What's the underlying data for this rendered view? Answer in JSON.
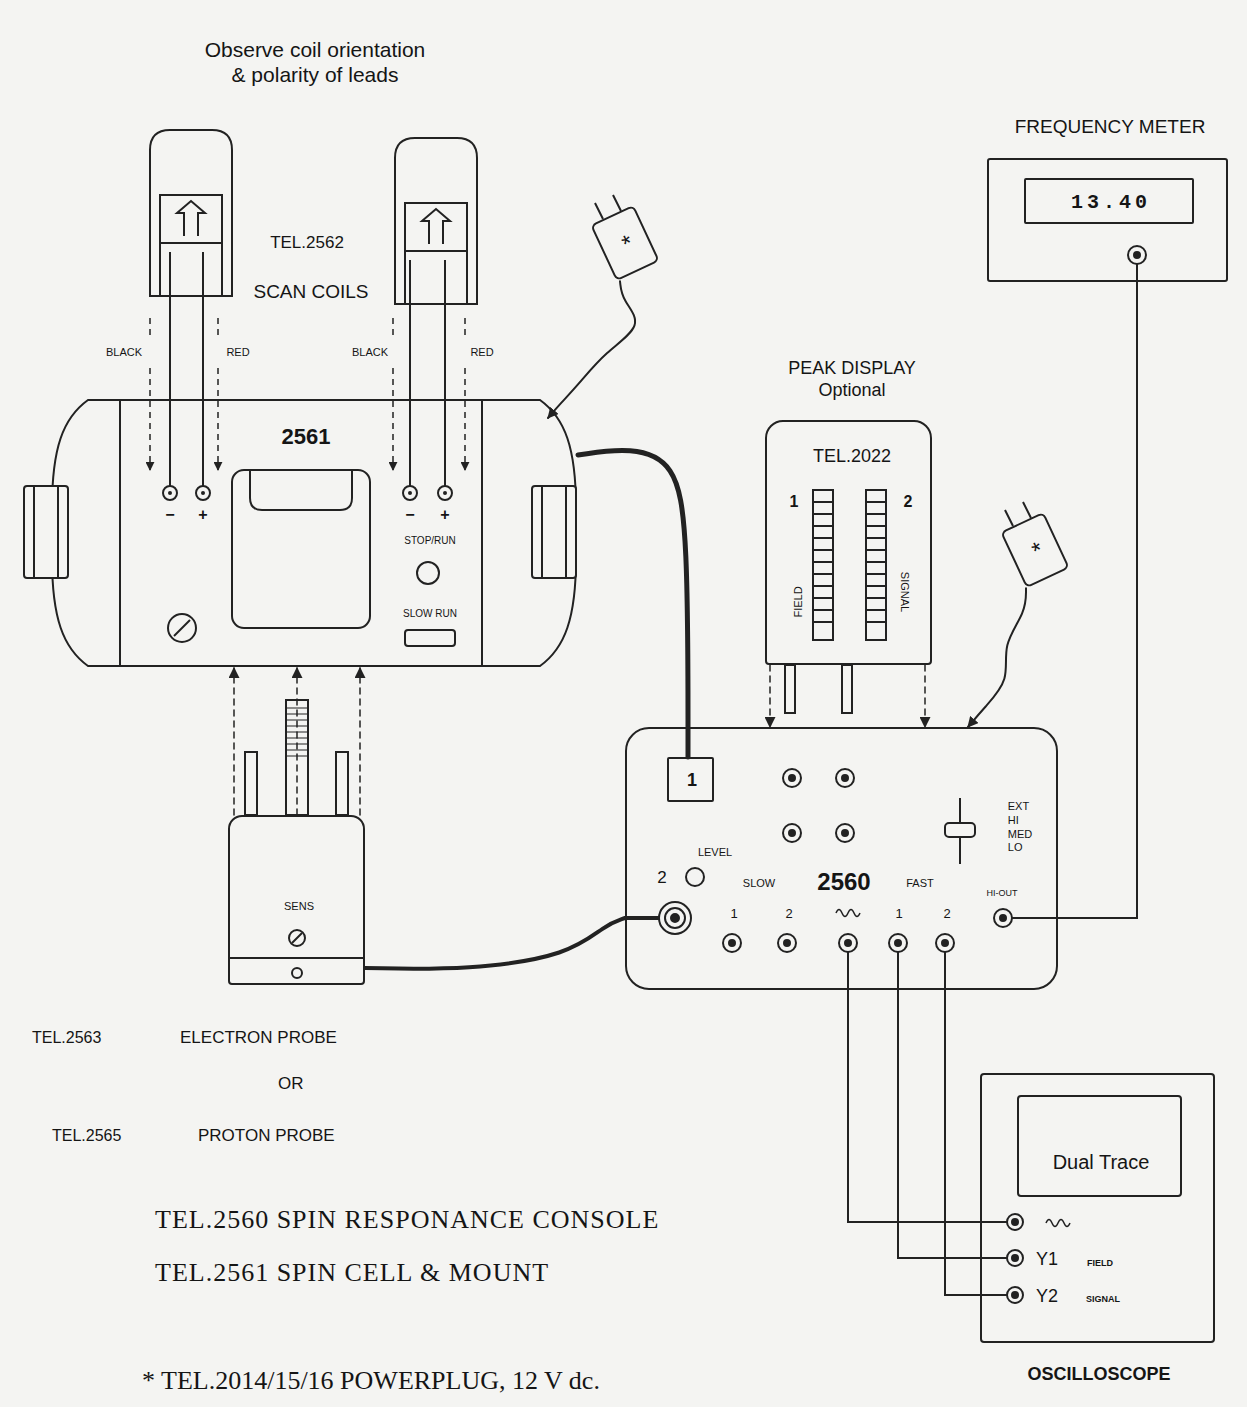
{
  "diagram": {
    "nodes": [
      {
        "text": [
          "FREQUENCY METER"
        ]
      },
      {
        "text": [
          "13.40"
        ],
        "in": 0
      },
      {
        "text": [
          "*"
        ]
      },
      {
        "text": [
          "2561",
          "−",
          "+",
          "−",
          "+",
          "STOP/RUN",
          "SLOW RUN"
        ]
      },
      {
        "text": [
          "PEAK DISPLAY Optional",
          "TEL.2022",
          "1",
          "2",
          "FIELD",
          "SIGNAL"
        ]
      },
      {
        "text": [
          "*"
        ]
      },
      {
        "text": [
          "EXT HI MED LO",
          "LEVEL",
          "2",
          "SLOW",
          "2560",
          "FAST",
          "HI-OUT",
          "1",
          "2",
          "1",
          "2"
        ]
      },
      {
        "text": [
          "1"
        ],
        "in": 6
      },
      {
        "text": [
          "SENS"
        ]
      },
      {
        "text": [
          "Y1",
          "FIELD",
          "Y2",
          "SIGNAL",
          "OSCILLOSCOPE"
        ]
      },
      {
        "text": [
          "Dual Trace"
        ],
        "in": 9
      }
    ],
    "edges": [
      {
        "from": 2,
        "to": 3,
        "arrow": "to"
      },
      {
        "from": 3,
        "to": 7,
        "arrow": "none"
      },
      {
        "from": 4,
        "to": 6,
        "arrow": "to"
      },
      {
        "from": 4,
        "to": 6,
        "arrow": "to"
      },
      {
        "from": 5,
        "to": 6,
        "arrow": "to"
      },
      {
        "from": 8,
        "to": 3,
        "arrow": "to"
      },
      {
        "from": 8,
        "to": 3,
        "arrow": "to"
      },
      {
        "from": 8,
        "to": 3,
        "arrow": "to"
      },
      {
        "from": 8,
        "to": 6,
        "arrow": "none"
      },
      {
        "from": 6,
        "to": 0,
        "arrow": "none"
      },
      {
        "from": 6,
        "to": 9,
        "arrow": "none"
      },
      {
        "from": 6,
        "to": 9,
        "arrow": "none"
      },
      {
        "from": 6,
        "to": 9,
        "arrow": "none"
      }
    ],
    "labels": [
      "Observe coil orientation & polarity of leads",
      "TEL.2562",
      "SCAN COILS",
      "BLACK",
      "RED",
      "BLACK",
      "RED",
      "TEL.2563",
      "ELECTRON PROBE",
      "OR",
      "TEL.2565",
      "PROTON PROBE",
      "TEL.2560 SPIN RESPONANCE CONSOLE",
      "TEL.2561 SPIN CELL & MOUNT",
      "* TEL.2014/15/16 POWERPLUG, 12 V dc."
    ]
  }
}
